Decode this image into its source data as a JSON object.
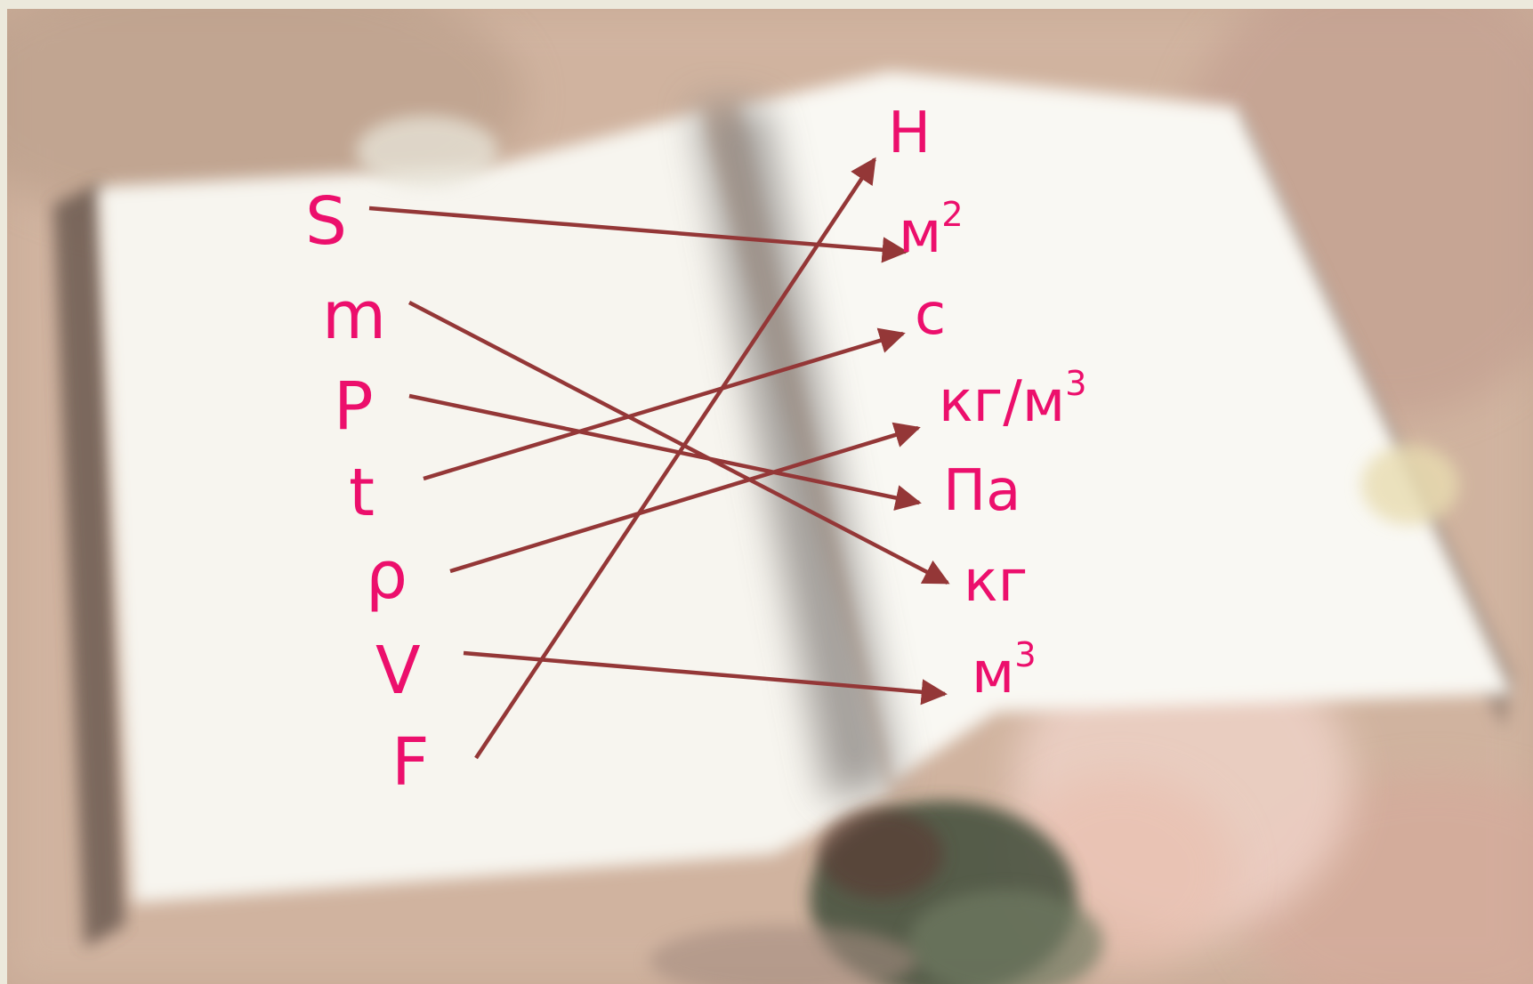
{
  "symbols": {
    "s": "S",
    "m": "m",
    "p": "P",
    "t": "t",
    "rho": "ρ",
    "v": "V",
    "f": "F"
  },
  "units": {
    "newton": "Н",
    "square_meter": "м",
    "square_meter_exp": "2",
    "second": "с",
    "density": "кг/м",
    "density_exp": "3",
    "pascal": "Па",
    "kilogram": "кг",
    "cubic_meter": "м",
    "cubic_meter_exp": "3"
  },
  "connections": [
    {
      "from": "S",
      "to": "м²"
    },
    {
      "from": "m",
      "to": "кг"
    },
    {
      "from": "P",
      "to": "Па"
    },
    {
      "from": "t",
      "to": "с"
    },
    {
      "from": "ρ",
      "to": "кг/м³"
    },
    {
      "from": "V",
      "to": "м³"
    },
    {
      "from": "F",
      "to": "Н"
    }
  ],
  "colors": {
    "text": "#ec0f6c",
    "arrows": "#943737",
    "background_frame": "#ece9dc"
  }
}
